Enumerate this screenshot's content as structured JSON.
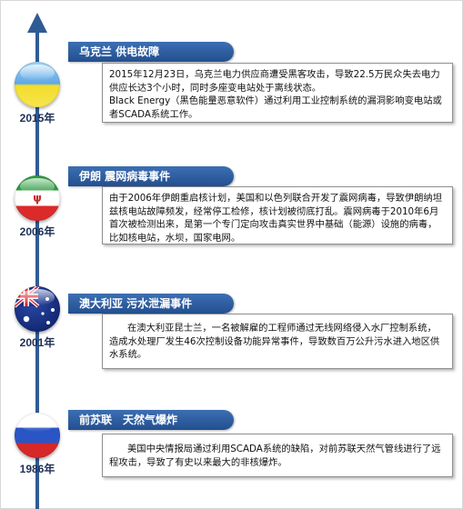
{
  "events": [
    {
      "year": "2015年",
      "title": "乌克兰 供电故障",
      "text": [
        "2015年12月23日，乌克兰电力供应商遭受黑客攻击，导致22.5万民众失去电力供应长达3个小时，同时多座变电站处于离线状态。",
        "Black Energy（黑色能量恶意软件）通过利用工业控制系统的漏洞影响变电站或者SCADA系统工作。"
      ]
    },
    {
      "year": "2006年",
      "title": "伊朗 震网病毒事件",
      "text": [
        "由于2006年伊朗重启核计划，美国和以色列联合开发了震网病毒，导致伊朗纳坦兹核电站故障频发，经常停工检修，核计划被彻底打乱。震网病毒于2010年6月首次被检测出来，是第一个专门定向攻击真实世界中基础（能源）设施的病毒，比如核电站，水坝，国家电网。"
      ]
    },
    {
      "year": "2001年",
      "title": "澳大利亚 污水泄漏事件",
      "text": [
        "在澳大利亚昆士兰，一名被解雇的工程师通过无线网络侵入水厂控制系统，造成水处理厂发生46次控制设备功能异常事件，导致数百万公升污水进入地区供水系统。"
      ]
    },
    {
      "year": "1986年",
      "title": "前苏联　天然气爆炸",
      "text": [
        "美国中央情报局通过利用SCADA系统的缺陷，对前苏联天然气管线进行了远程攻击，导致了有史以来最大的非核爆炸。"
      ]
    }
  ],
  "colors": {
    "axis": "#2f5b95",
    "tab": "#2b5a9c",
    "year": "#1d2f57"
  }
}
